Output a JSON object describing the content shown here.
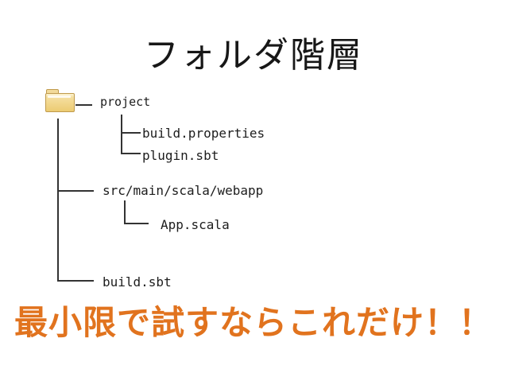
{
  "slide": {
    "title": "フォルダ階層",
    "highlight_text": "最小限で試すならこれだけ！！",
    "colors": {
      "background": "#ffffff",
      "title_text": "#171717",
      "tree_text": "#1d1d1d",
      "tree_line": "#333333",
      "highlight_text": "#e1731e",
      "folder_body": "#eccb72",
      "folder_border": "#c09a4c"
    },
    "tree": {
      "root_icon": "folder-icon",
      "nodes": [
        {
          "label": "project",
          "depth": 0
        },
        {
          "label": "build.properties",
          "depth": 1
        },
        {
          "label": "plugin.sbt",
          "depth": 1
        },
        {
          "label": "src/main/scala/webapp",
          "depth": 0
        },
        {
          "label": "App.scala",
          "depth": 1
        },
        {
          "label": "build.sbt",
          "depth": 0
        }
      ]
    }
  }
}
